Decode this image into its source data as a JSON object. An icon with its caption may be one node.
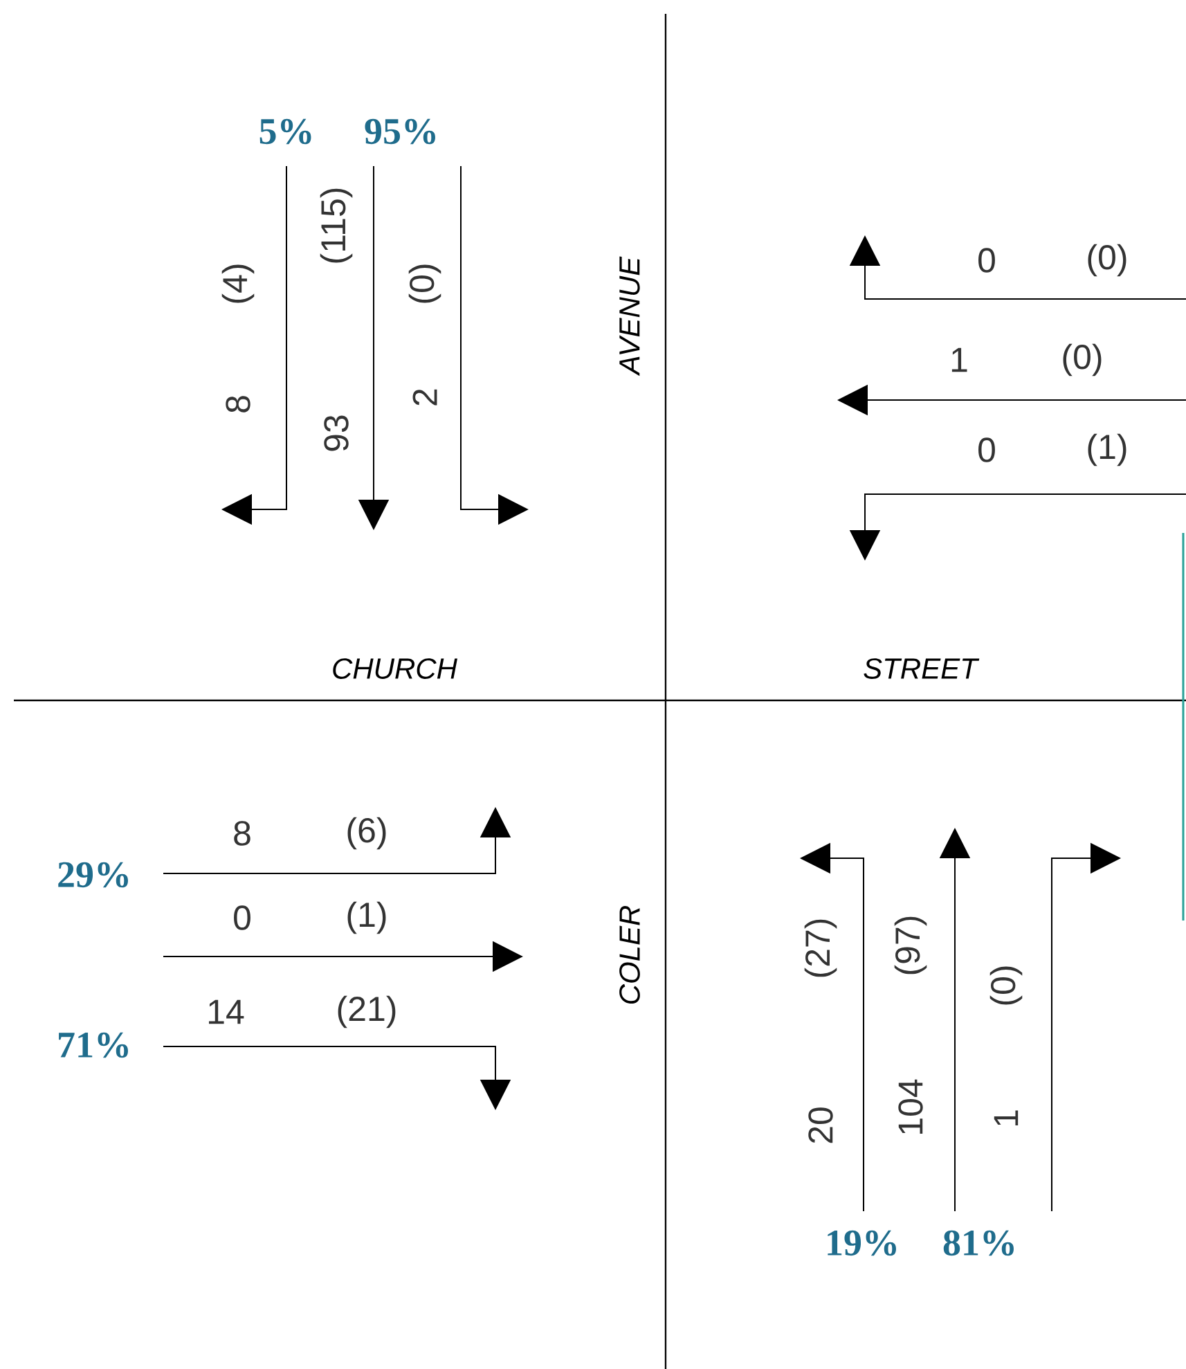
{
  "diagram": {
    "labels": [
      "5%",
      "95%",
      "8",
      "(4)",
      "93",
      "(115)",
      "2",
      "(0)",
      "AVENUE",
      "0",
      "(0)",
      "1",
      "(0)",
      "0",
      "(1)",
      "CHURCH",
      "STREET",
      "29%",
      "8",
      "(6)",
      "0",
      "(1)",
      "14",
      "(21)",
      "71%",
      "COLER",
      "20",
      "(27)",
      "104",
      "(97)",
      "1",
      "(0)",
      "19%",
      "81%"
    ]
  }
}
